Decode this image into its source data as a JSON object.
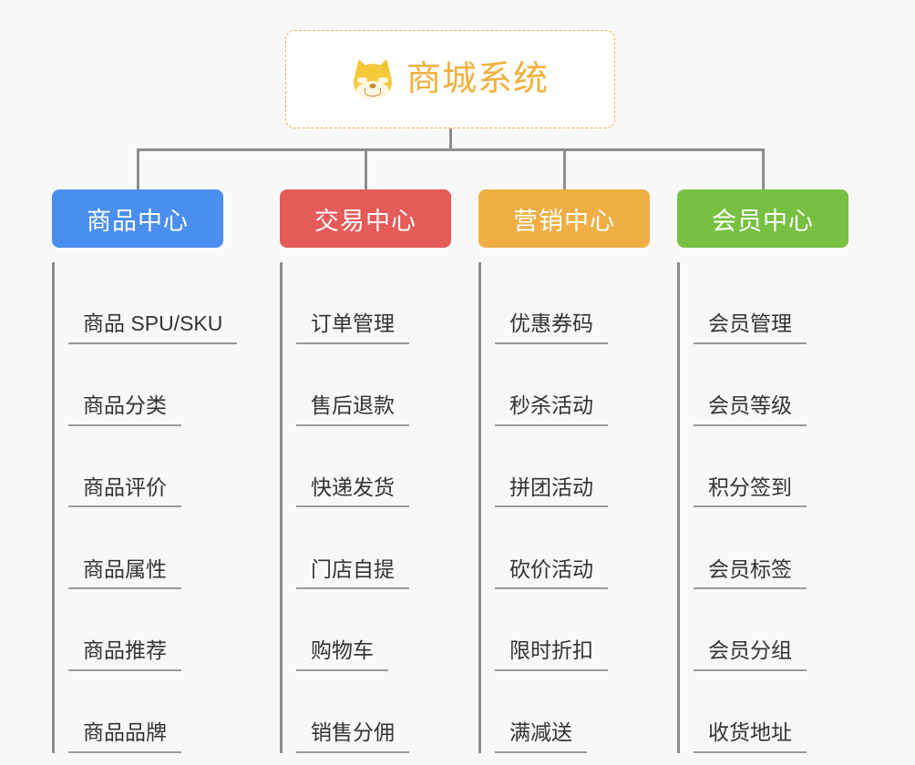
{
  "background_color": "#f8f8f8",
  "root": {
    "title": "商城系统",
    "icon": "shiba-dog-icon",
    "text_color": "#f0b03c",
    "border_color": "#edb44a",
    "background_color": "#ffffff"
  },
  "connector_color": "#8d8d8d",
  "columns": [
    {
      "title": "商品中心",
      "color": "#4a8ef0",
      "items": [
        "商品 SPU/SKU",
        "商品分类",
        "商品评价",
        "商品属性",
        "商品推荐",
        "商品品牌"
      ]
    },
    {
      "title": "交易中心",
      "color": "#e45b58",
      "items": [
        "订单管理",
        "售后退款",
        "快递发货",
        "门店自提",
        "购物车",
        "销售分佣"
      ]
    },
    {
      "title": "营销中心",
      "color": "#eeae43",
      "items": [
        "优惠券码",
        "秒杀活动",
        "拼团活动",
        "砍价活动",
        "限时折扣",
        "满减送"
      ]
    },
    {
      "title": "会员中心",
      "color": "#77c043",
      "items": [
        "会员管理",
        "会员等级",
        "积分签到",
        "会员标签",
        "会员分组",
        "收货地址"
      ]
    }
  ]
}
